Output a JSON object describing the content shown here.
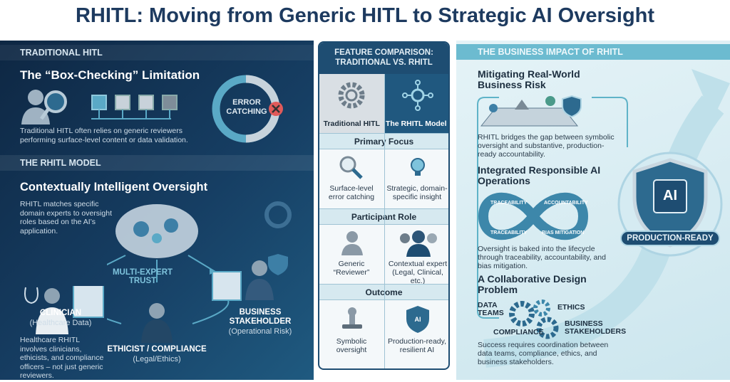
{
  "title": "RHITL: Moving from Generic HITL to Strategic AI Oversight",
  "traditional": {
    "band": "TRADITIONAL HITL",
    "heading": "The “Box-Checking” Limitation",
    "description": "Traditional HITL often relies on generic reviewers performing surface-level content or data validation.",
    "ring_label": "ERROR CATCHING"
  },
  "rhitl": {
    "band": "THE RHITL MODEL",
    "heading": "Contextually Intelligent Oversight",
    "description": "RHITL matches specific domain experts to oversight roles based on the AI’s application.",
    "center_label": "MULTI-EXPERT TRUST",
    "roles": [
      {
        "name": "CLINICIAN",
        "sub": "(Healthcare Data)"
      },
      {
        "name": "ETHICIST / COMPLIANCE",
        "sub": "(Legal/Ethics)"
      },
      {
        "name": "BUSINESS STAKEHOLDER",
        "sub": "(Operational Risk)"
      }
    ],
    "footer": "Healthcare RHITL involves clinicians, ethicists, and compliance officers – not just generic reviewers."
  },
  "comparison": {
    "header": "FEATURE COMPARISON: TRADITIONAL VS. RHITL",
    "columns": [
      "Traditional HITL",
      "The RHITL Model"
    ],
    "rows": [
      {
        "label": "Primary Focus",
        "traditional": "Surface-level error catching",
        "rhitl": "Strategic, domain-specific insight"
      },
      {
        "label": "Participant Role",
        "traditional": "Generic “Reviewer”",
        "rhitl": "Contextual expert (Legal, Clinical, etc.)"
      },
      {
        "label": "Outcome",
        "traditional": "Symbolic oversight",
        "rhitl": "Production-ready, resilient AI"
      }
    ]
  },
  "impact": {
    "band": "THE BUSINESS IMPACT OF RHITL",
    "sections": [
      {
        "heading": "Mitigating Real-World Business Risk",
        "text": "RHITL bridges the gap between symbolic oversight and substantive, production-ready accountability."
      },
      {
        "heading": "Integrated Responsible AI Operations",
        "text": "Oversight is baked into the lifecycle through traceability, accountability, and bias mitigation."
      },
      {
        "heading": "A Collaborative Design Problem",
        "text": "Success requires coordination between data teams, compliance, ethics, and business stakeholders."
      }
    ],
    "loop_labels": [
      "TRACEABILITY",
      "ACCOUNTABILITY",
      "TRACEABILITY",
      "BIAS MITIGATION"
    ],
    "gear_labels": [
      "DATA TEAMS",
      "ETHICS",
      "COMPLIANCE",
      "BUSINESS STAKEHOLDERS"
    ],
    "shield_text": "AI",
    "badge": "PRODUCTION-READY"
  },
  "colors": {
    "navy": "#0e2743",
    "accent": "#5fb3c8",
    "title": "#1d3a5f",
    "error": "#e05a5a"
  }
}
